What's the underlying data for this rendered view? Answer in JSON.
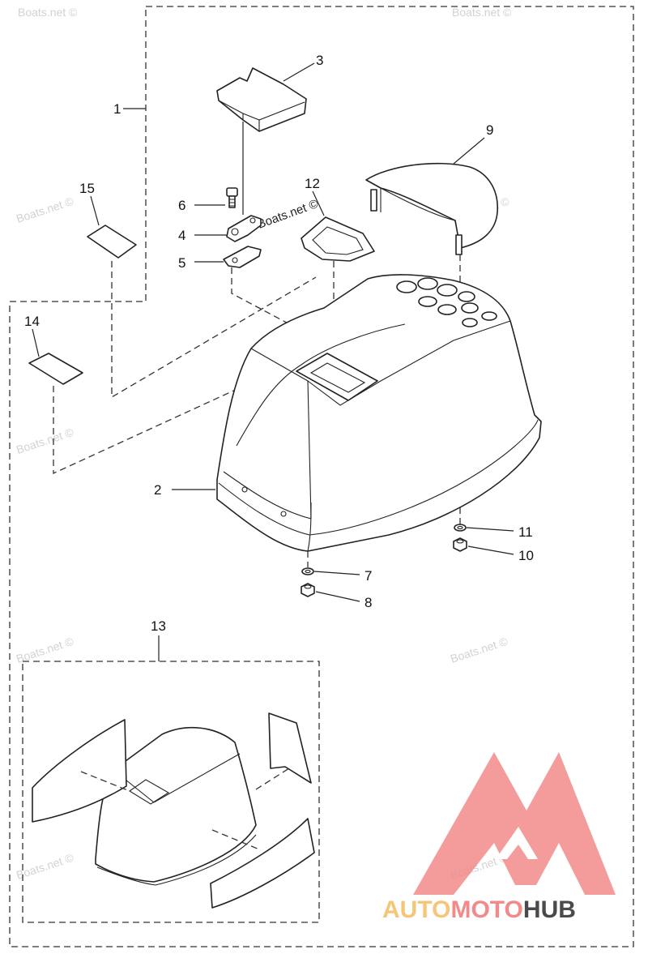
{
  "callouts": [
    "1",
    "2",
    "3",
    "4",
    "5",
    "6",
    "7",
    "8",
    "9",
    "10",
    "11",
    "12",
    "13",
    "14",
    "15"
  ],
  "watermarks": {
    "text": "Boats.net ©",
    "overlay": "Boats.net ©"
  },
  "brand": {
    "part1": "AUTO",
    "part2": "MOTO",
    "part3": "HUB",
    "colors": {
      "auto": "#f5c57a",
      "moto": "#f28a8a",
      "hub": "#4a4a4a",
      "logo": "#f28a8a"
    }
  }
}
